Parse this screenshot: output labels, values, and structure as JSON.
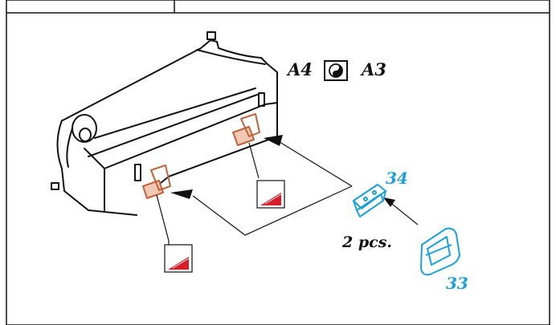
{
  "labels": {
    "version_from": "A4",
    "version_to": "A3",
    "part_a": "34",
    "part_b": "33",
    "quantity": "2 pcs."
  },
  "icons": {
    "version_symbol": "yin-yang-icon",
    "adhesive_marker": "adhesive-hatch-icon"
  },
  "colors": {
    "part_outline": "#1aa0dc",
    "highlight_fill": "#f2c8b4",
    "highlight_stroke": "#c0623a",
    "hatch": "#d81e2a",
    "line": "#111111"
  }
}
